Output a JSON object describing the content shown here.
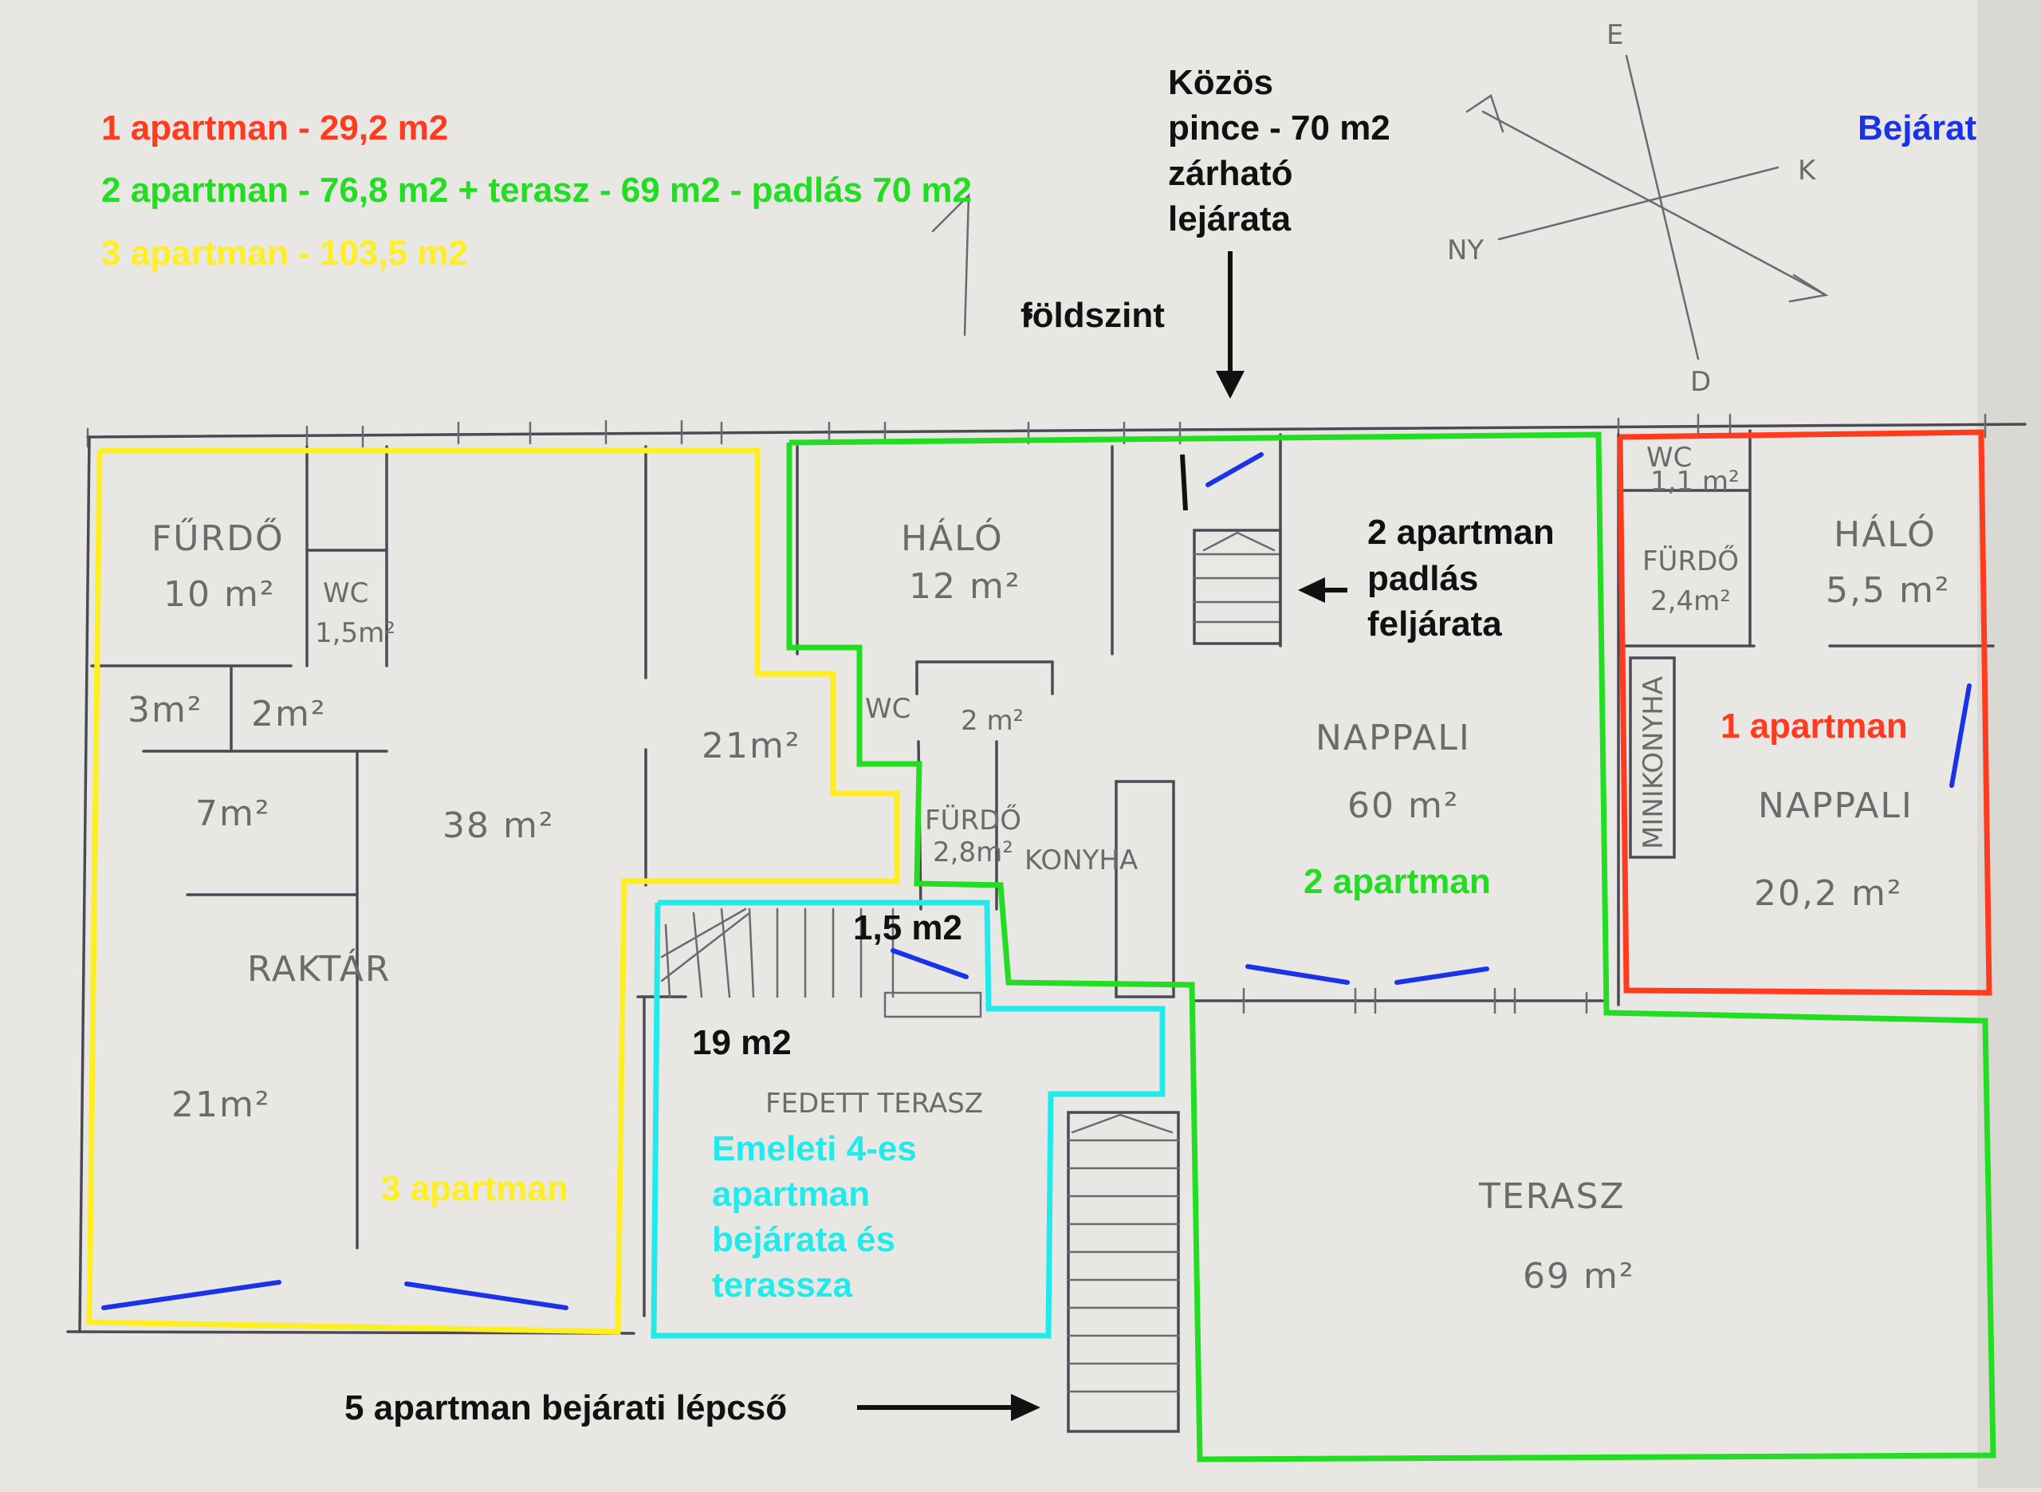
{
  "legend": {
    "apt1": "1 apartman - 29,2 m2",
    "apt2": "2 apartman - 76,8 m2 + terasz - 69 m2  - padlás 70 m2",
    "apt3": "3 apartman - 103,5 m2"
  },
  "entrance_legend": "Bejárat",
  "cellar_note": [
    "Közös",
    "pince  - 70 m2",
    "zárható",
    "lejárata"
  ],
  "floor_label": "földszint",
  "attic_note": [
    "2 apartman",
    "padlás",
    "feljárata"
  ],
  "apt1_label": "1 apartman",
  "apt2_label": "2 apartman",
  "apt3_label": "3 apartman",
  "apt4_note": [
    "Emeleti 4-es",
    "apartman",
    "bejárata és",
    "terassza"
  ],
  "stairs_note": "5 apartman bejárati lépcső",
  "area_small": "1,5 m2",
  "area_covered": "19 m2",
  "compass": {
    "north": "E",
    "east": "K",
    "west": "NY",
    "south": "D"
  },
  "rooms": {
    "furdo_left": "FŰRDŐ",
    "furdo_left_area": "10 m²",
    "wc_left": "WC",
    "wc_left_area": "1,5m²",
    "r3": "3m²",
    "r2": "2m²",
    "r7": "7m²",
    "r38": "38 m²",
    "r21a": "21m²",
    "raktar": "RAKTÁR",
    "raktar_area": "21m²",
    "halo_mid": "HÁLÓ",
    "halo_mid_area": "12 m²",
    "wc_mid": "WC",
    "wc_mid_area": "2 m²",
    "furdo_mid": "FÜRDŐ",
    "furdo_mid_area": "2,8m²",
    "konyha": "KONYHA",
    "nappali_mid": "NAPPALI",
    "nappali_mid_area": "60 m²",
    "fedett_terasz": "FEDETT TERASZ",
    "terasz": "TERASZ",
    "terasz_area": "69 m²",
    "wc_right": "WC",
    "wc_right_area": "1,1 m²",
    "furdo_right": "FÜRDŐ",
    "furdo_right_area": "2,4m²",
    "halo_right": "HÁLÓ",
    "halo_right_area": "5,5 m²",
    "minikonyha": "MINIKONYHA",
    "nappali_right": "NAPPALI",
    "nappali_right_area": "20,2 m²"
  },
  "colors": {
    "apt1": "#ff3b1f",
    "apt2": "#22dd22",
    "apt3": "#ffee22",
    "apt4": "#22eaea",
    "entrance": "#1a32e8",
    "ink": "#111111"
  }
}
